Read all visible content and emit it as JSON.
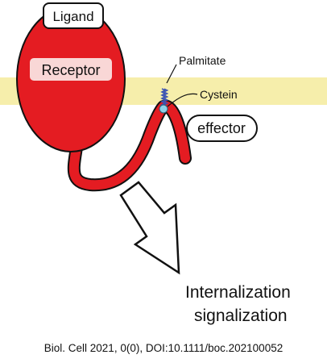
{
  "labels": {
    "ligand": "Ligand",
    "receptor": "Receptor",
    "palmitate": "Palmitate",
    "cysteine": "Cystein",
    "effector": "effector",
    "outcome_line1": "Internalization",
    "outcome_line2": "signalization"
  },
  "citation": "Biol. Cell 2021, 0(0), DOI:10.1111/boc.202100052",
  "colors": {
    "membrane": "#f6eeab",
    "receptor": "#e41c22",
    "receptor_label_bg": "#f9d7d6",
    "palmitate": "#3b52b3",
    "cysteine": "#8fd0e8"
  }
}
